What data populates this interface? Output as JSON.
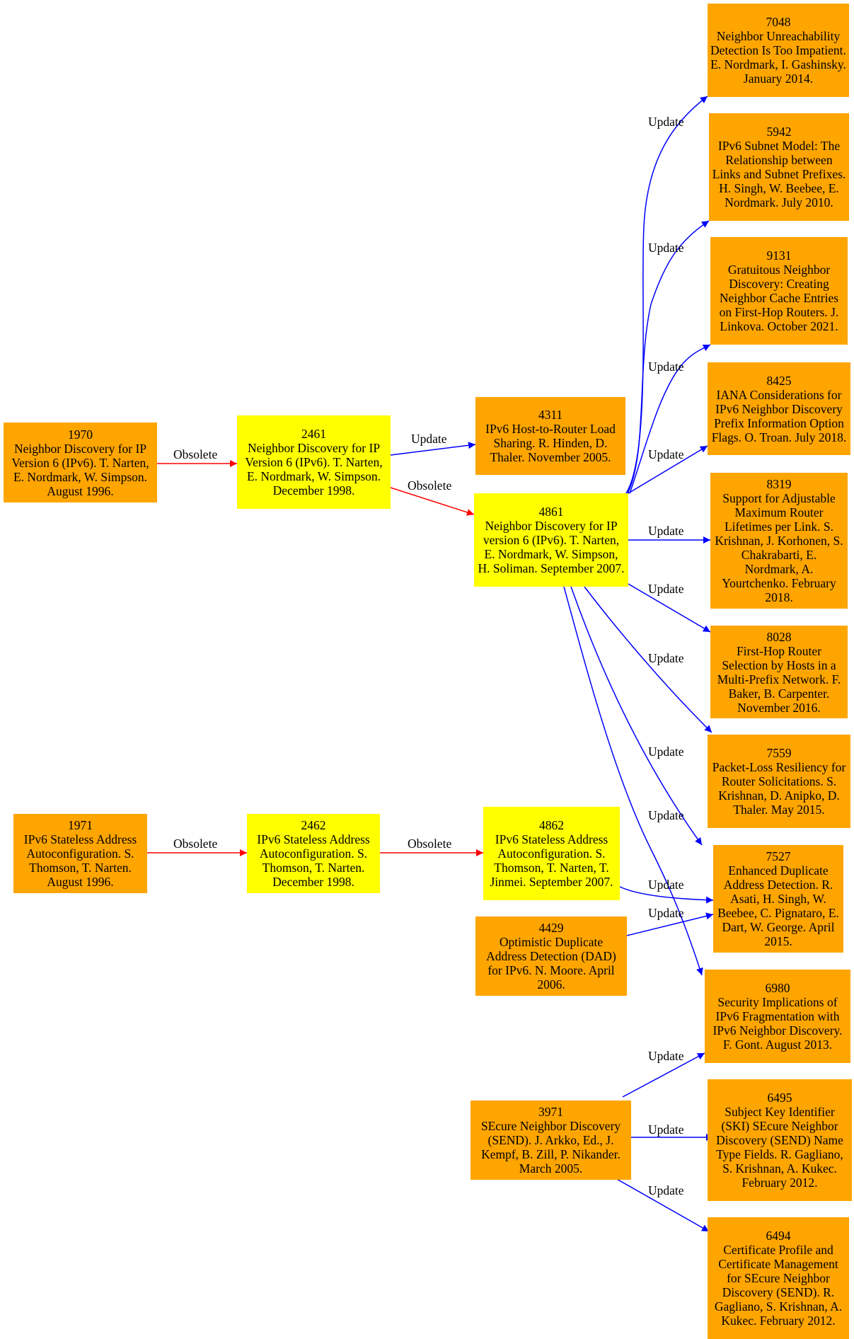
{
  "colors": {
    "obsolete_edge": "#ff0000",
    "update_edge": "#0000ff",
    "old_rfc": "#ffa500",
    "current_rfc": "#ffff00"
  },
  "nodes": {
    "n1970": {
      "num": "1970",
      "text": "Neighbor Discovery for IP Version 6 (IPv6). T. Narten, E. Nordmark, W. Simpson. August 1996."
    },
    "n2461": {
      "num": "2461",
      "text": "Neighbor Discovery for IP Version 6 (IPv6). T. Narten, E. Nordmark, W. Simpson. December 1998."
    },
    "n4311": {
      "num": "4311",
      "text": "IPv6 Host-to-Router Load Sharing. R. Hinden, D. Thaler. November 2005."
    },
    "n4861": {
      "num": "4861",
      "text": "Neighbor Discovery for IP version 6 (IPv6). T. Narten, E. Nordmark, W. Simpson, H. Soliman. September 2007."
    },
    "n7048": {
      "num": "7048",
      "text": "Neighbor Unreachability Detection Is Too Impatient. E. Nordmark, I. Gashinsky. January 2014."
    },
    "n5942": {
      "num": "5942",
      "text": "IPv6 Subnet Model: The Relationship between Links and Subnet Prefixes. H. Singh, W. Beebee, E. Nordmark. July 2010."
    },
    "n9131": {
      "num": "9131",
      "text": "Gratuitous Neighbor Discovery: Creating Neighbor Cache Entries on First-Hop Routers. J. Linkova. October 2021."
    },
    "n8425": {
      "num": "8425",
      "text": "IANA Considerations for IPv6 Neighbor Discovery Prefix Information Option Flags. O. Troan. July 2018."
    },
    "n8319": {
      "num": "8319",
      "text": "Support for Adjustable Maximum Router Lifetimes per Link. S. Krishnan, J. Korhonen, S. Chakrabarti, E. Nordmark, A. Yourtchenko. February 2018."
    },
    "n8028": {
      "num": "8028",
      "text": "First-Hop Router Selection by Hosts in a Multi-Prefix Network. F. Baker, B. Carpenter. November 2016."
    },
    "n7559": {
      "num": "7559",
      "text": "Packet-Loss Resiliency for Router Solicitations. S. Krishnan, D. Anipko, D. Thaler. May 2015."
    },
    "n1971": {
      "num": "1971",
      "text": "IPv6 Stateless Address Autoconfiguration. S. Thomson, T. Narten. August 1996."
    },
    "n2462": {
      "num": "2462",
      "text": "IPv6 Stateless Address Autoconfiguration. S. Thomson, T. Narten. December 1998."
    },
    "n4862": {
      "num": "4862",
      "text": "IPv6 Stateless Address Autoconfiguration. S. Thomson, T. Narten, T. Jinmei. September 2007."
    },
    "n7527": {
      "num": "7527",
      "text": "Enhanced Duplicate Address Detection. R. Asati, H. Singh, W. Beebee, C. Pignataro, E. Dart, W. George. April 2015."
    },
    "n4429": {
      "num": "4429",
      "text": "Optimistic Duplicate Address Detection (DAD) for IPv6. N. Moore. April 2006."
    },
    "n6980": {
      "num": "6980",
      "text": "Security Implications of IPv6 Fragmentation with IPv6 Neighbor Discovery. F. Gont. August 2013."
    },
    "n3971": {
      "num": "3971",
      "text": "SEcure Neighbor Discovery (SEND). J. Arkko, Ed., J. Kempf, B. Zill, P. Nikander. March 2005."
    },
    "n6495": {
      "num": "6495",
      "text": "Subject Key Identifier (SKI) SEcure Neighbor Discovery (SEND) Name Type Fields. R. Gagliano, S. Krishnan, A. Kukec. February 2012."
    },
    "n6494": {
      "num": "6494",
      "text": "Certificate Profile and Certificate Management for SEcure Neighbor Discovery (SEND). R. Gagliano, S. Krishnan, A. Kukec. February 2012."
    }
  },
  "edges": [
    {
      "from": "1970",
      "to": "2461",
      "label": "Obsolete",
      "kind": "obsolete"
    },
    {
      "from": "2461",
      "to": "4311",
      "label": "Update",
      "kind": "update"
    },
    {
      "from": "2461",
      "to": "4861",
      "label": "Obsolete",
      "kind": "obsolete"
    },
    {
      "from": "4861",
      "to": "7048",
      "label": "Update",
      "kind": "update"
    },
    {
      "from": "4861",
      "to": "5942",
      "label": "Update",
      "kind": "update"
    },
    {
      "from": "4861",
      "to": "9131",
      "label": "Update",
      "kind": "update"
    },
    {
      "from": "4861",
      "to": "8425",
      "label": "Update",
      "kind": "update"
    },
    {
      "from": "4861",
      "to": "8319",
      "label": "Update",
      "kind": "update"
    },
    {
      "from": "4861",
      "to": "8028",
      "label": "Update",
      "kind": "update"
    },
    {
      "from": "4861",
      "to": "7559",
      "label": "Update",
      "kind": "update"
    },
    {
      "from": "4861",
      "to": "7527",
      "label": "Update",
      "kind": "update"
    },
    {
      "from": "4861",
      "to": "6980",
      "label": "Update",
      "kind": "update"
    },
    {
      "from": "1971",
      "to": "2462",
      "label": "Obsolete",
      "kind": "obsolete"
    },
    {
      "from": "2462",
      "to": "4862",
      "label": "Obsolete",
      "kind": "obsolete"
    },
    {
      "from": "4862",
      "to": "7527",
      "label": "Update",
      "kind": "update"
    },
    {
      "from": "4429",
      "to": "7527",
      "label": "Update",
      "kind": "update"
    },
    {
      "from": "3971",
      "to": "6980",
      "label": "Update",
      "kind": "update"
    },
    {
      "from": "3971",
      "to": "6495",
      "label": "Update",
      "kind": "update"
    },
    {
      "from": "3971",
      "to": "6494",
      "label": "Update",
      "kind": "update"
    }
  ]
}
